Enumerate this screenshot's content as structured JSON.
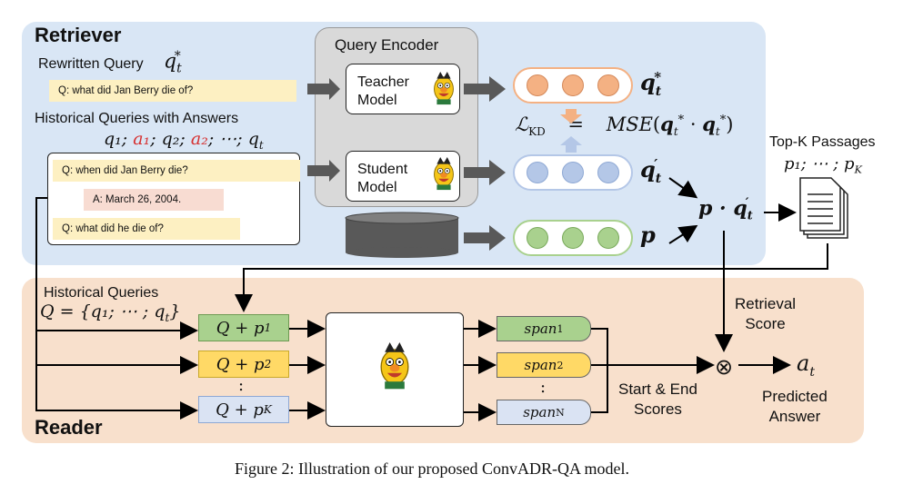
{
  "retriever": {
    "title": "Retriever",
    "rewritten_label": "Rewritten Query",
    "rewritten_sym": "q",
    "rewritten_query": "Q: what did Jan Berry die of?",
    "historical_label": "Historical Queries with Answers",
    "hist_seq": {
      "q1": "q₁",
      "sep": ";",
      "a1": "a₁",
      "q2": "q₂",
      "a2": "a₂",
      "dots": "⋯",
      "qt": "q"
    },
    "history": {
      "q1": "Q: when did Jan Berry die?",
      "a1": "A: March 26, 2004.",
      "qt": "Q: what did he die of?"
    },
    "query_encoder": "Query Encoder",
    "teacher": {
      "line1": "Teacher",
      "line2": "Model"
    },
    "student": {
      "line1": "Student",
      "line2": "Model"
    },
    "passages": "Passages",
    "emb_teacher": "q",
    "emb_student": "q",
    "emb_passage": "p",
    "loss": {
      "L": "ℒ",
      "sub": "KD",
      "eq": "=",
      "mse": "MSE",
      "paren_open": "(",
      "dot": "·",
      "paren_close": ")"
    },
    "score": "p · q",
    "topk_label": "Top-K Passages",
    "topk_seq": "p₁; ⋯ ; p",
    "topk_sub": "K"
  },
  "reader": {
    "title": "Reader",
    "hist_queries_label": "Historical Queries",
    "hist_queries_set": "Q = {q₁; ⋯ ; q",
    "inputs": [
      {
        "text": "Q + p",
        "sub": "1",
        "color": "#a9d18e",
        "border": "#6e9a53"
      },
      {
        "text": "Q + p",
        "sub": "2",
        "color": "#ffd966",
        "border": "#c9a92a"
      },
      {
        "text": "Q + p",
        "sub": "K",
        "color": "#dae3f3",
        "border": "#8ea8d4"
      }
    ],
    "vdots": ":",
    "spans": [
      {
        "text": "span",
        "sub": "1",
        "color": "#a9d18e"
      },
      {
        "text": "span",
        "sub": "2",
        "color": "#ffd966"
      },
      {
        "text": "span",
        "sub": "N",
        "color": "#dae3f3"
      }
    ],
    "retrieval_score": {
      "line1": "Retrieval",
      "line2": "Score"
    },
    "start_end": {
      "line1": "Start & End",
      "line2": "Scores"
    },
    "otimes": "⊗",
    "answer_sym": "a",
    "answer_sub": "t",
    "predicted": {
      "line1": "Predicted",
      "line2": "Answer"
    }
  },
  "caption": "Figure 2: Illustration of our proposed ConvADR-QA model.",
  "colors": {
    "retriever_bg": "#d9e6f5",
    "reader_bg": "#f8e0cc",
    "encoder_bg": "#d9d9d9",
    "yellow_box": "#fdf0c2",
    "pink_box": "#f8dcd2",
    "arrow_gray": "#595959"
  }
}
